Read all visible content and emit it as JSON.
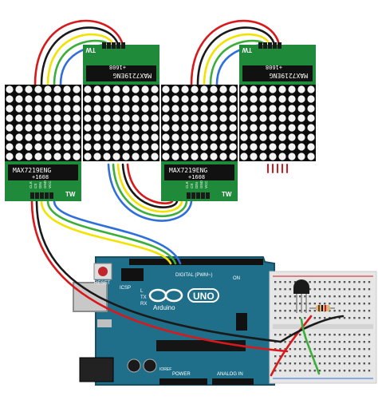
{
  "modules": [
    {
      "chip": "MAX7219ENG",
      "code": "+1608"
    },
    {
      "chip": "MAX7219ENG",
      "code": "+1608"
    },
    {
      "chip": "MAX7219ENG",
      "code": "+1608"
    },
    {
      "chip": "MAX7219ENG",
      "code": "+1608"
    }
  ],
  "module_badge": "TW",
  "pin_labels": [
    "CLK",
    "CS",
    "DIN",
    "GND",
    "VCC"
  ],
  "arduino": {
    "brand": "Arduino",
    "model": "UNO",
    "reset_label": "RESET",
    "icsp_label": "ICSP",
    "digital_label": "DIGITAL (PWM~)",
    "power_label": "POWER",
    "analog_label": "ANALOG IN",
    "ioref_label": "IOREF",
    "tx_label": "TX",
    "rx_label": "RX",
    "l_label": "L",
    "on_label": "ON"
  },
  "colors": {
    "board": "#1f6f8b",
    "pcb_green": "#1f8a3a",
    "matrix": "#0c0c0c",
    "led_off": "#f4f4f4",
    "wire_red": "#d7191c",
    "wire_black": "#1a1a1a",
    "wire_yellow": "#f2e200",
    "wire_green": "#3cae3a",
    "wire_blue": "#2e6fdb",
    "breadboard": "#e6e6e6"
  }
}
